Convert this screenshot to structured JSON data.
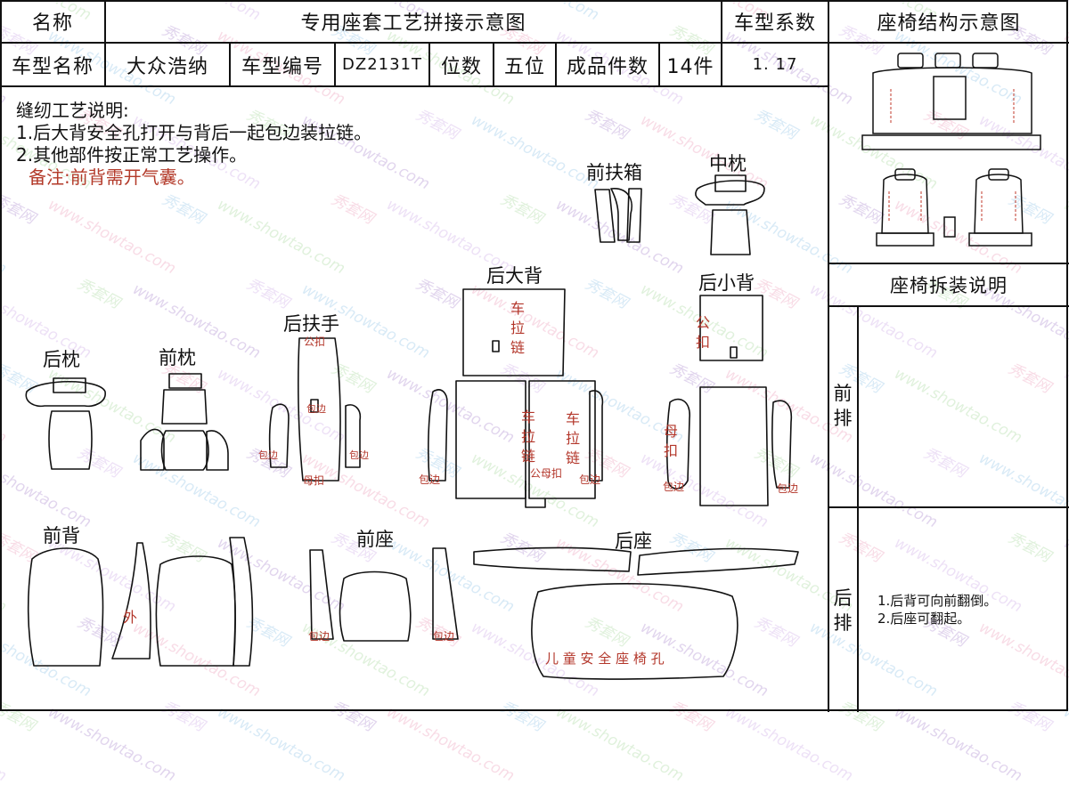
{
  "header": {
    "name_label": "名称",
    "title": "专用座套工艺拼接示意图",
    "factor_label": "车型系数",
    "diagram_title": "座椅结构示意图"
  },
  "info_row": {
    "model_name_label": "车型名称",
    "model_name": "大众浩纳",
    "model_code_label": "车型编号",
    "model_code": "DZ2131T",
    "seats_label": "位数",
    "seats": "五位",
    "pieces_label": "成品件数",
    "pieces": "14件",
    "factor": "1. 17"
  },
  "notes": {
    "heading": "缝纫工艺说明:",
    "line1": "1.后大背安全孔打开与背后一起包边装拉链。",
    "line2": "2.其他部件按正常工艺操作。",
    "remark": "备注:前背需开气囊。"
  },
  "parts": {
    "front_console": "前扶箱",
    "middle_pillow": "中枕",
    "rear_big_back": "后大背",
    "rear_small_back": "后小背",
    "rear_armrest": "后扶手",
    "rear_pillow": "后枕",
    "front_pillow": "前枕",
    "front_back": "前背",
    "front_seat": "前座",
    "rear_seat": "后座"
  },
  "annotations": {
    "zipper": "车拉链",
    "male_buckle": "公扣",
    "female_buckle": "母扣",
    "male_female_buckle": "公母扣",
    "edging": "包边",
    "outer": "外",
    "child_safety_seat_hole": "儿 童 安 全 座 椅 孔"
  },
  "right_panel": {
    "disassembly_title": "座椅拆装说明",
    "front_row": "前排",
    "rear_row": "后排",
    "rear_note1": "1.后背可向前翻倒。",
    "rear_note2": "2.后座可翻起。"
  },
  "watermark": {
    "cn": "秀套网",
    "url": "www.showtao.com"
  },
  "colors": {
    "annotation_red": "#b3362a",
    "line": "#111111"
  }
}
